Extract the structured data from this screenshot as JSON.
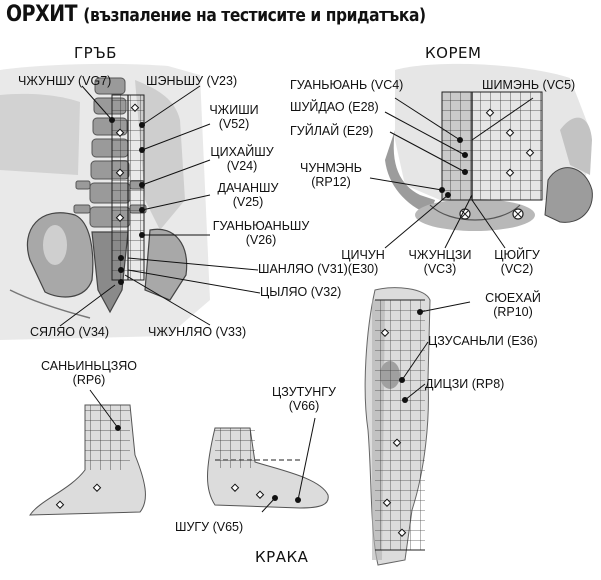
{
  "title": {
    "main": "ОРХИТ",
    "subtitle": "(възпаление на тестисите и придатъка)"
  },
  "sections": {
    "back": "ГРЪБ",
    "abdomen": "КОРЕМ",
    "legs": "КРАКА"
  },
  "back_points": [
    "ЧЖУНШУ (VG7)",
    "ШЭНЬШУ (V23)",
    "ЧЖИШИ",
    "(V52)",
    "ЦИХАЙШУ",
    "(V24)",
    "ДАЧАНШУ",
    "(V25)",
    "ГУАНЬЮАНЬШУ",
    "(V26)",
    "ШАНЛЯО (V31)",
    "ЦЫЛЯО (V32)",
    "СЯЛЯО (V34)",
    "ЧЖУНЛЯО (V33)"
  ],
  "abdomen_points": [
    "ГУАНЬЮАНЬ (VC4)",
    "ШИМЭНЬ (VC5)",
    "ШУЙДАО (E28)",
    "ГУЙЛАЙ (E29)",
    "ЧУНМЭНЬ",
    "(RP12)",
    "ЦИЧУН",
    "(E30)",
    "ЧЖУНЦЗИ",
    "(VC3)",
    "ЦЮЙГУ",
    "(VC2)"
  ],
  "leg_points": [
    "СЮЕХАЙ",
    "(RP10)",
    "ЦЗУСАНЬЛИ (E36)",
    "ДИЦЗИ (RP8)",
    "САНЬИНЬЦЗЯО",
    "(RP6)",
    "ЦЗУТУНГУ",
    "(V66)",
    "ШУГУ (V65)"
  ]
}
